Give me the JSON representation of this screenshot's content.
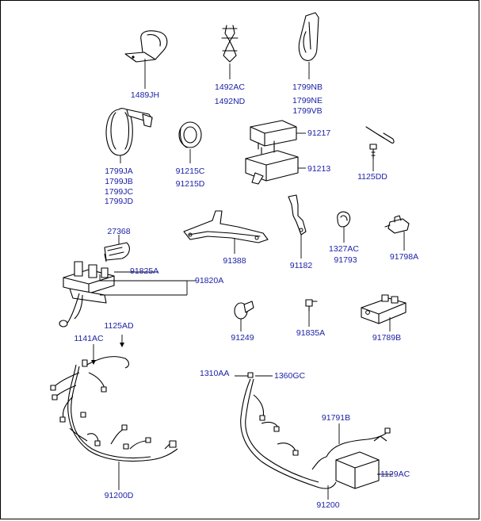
{
  "colors": {
    "label": "#1d22a6",
    "line": "#000000",
    "background": "#ffffff"
  },
  "parts": {
    "p1489jh": "1489JH",
    "p1492ac": "1492AC",
    "p1492nd": "1492ND",
    "p1799nb": "1799NB",
    "p1799ne": "1799NE",
    "p1799vb": "1799VB",
    "p1799ja": "1799JA",
    "p1799jb": "1799JB",
    "p1799jc": "1799JC",
    "p1799jd": "1799JD",
    "p91215c": "91215C",
    "p91215d": "91215D",
    "p91217": "91217",
    "p91213": "91213",
    "p1125dd": "1125DD",
    "p27368": "27368",
    "p91388": "91388",
    "p91182": "91182",
    "p1327ac": "1327AC",
    "p91793": "91793",
    "p91798a": "91798A",
    "p91825a": "91825A",
    "p91820a": "91820A",
    "p1125ad": "1125AD",
    "p1141ac": "1141AC",
    "p91249": "91249",
    "p91835a": "91835A",
    "p91789b": "91789B",
    "p1310aa": "1310AA",
    "p1360gc": "1360GC",
    "p91791b": "91791B",
    "p1129ac": "1129AC",
    "p91200d": "91200D",
    "p91200": "91200"
  }
}
